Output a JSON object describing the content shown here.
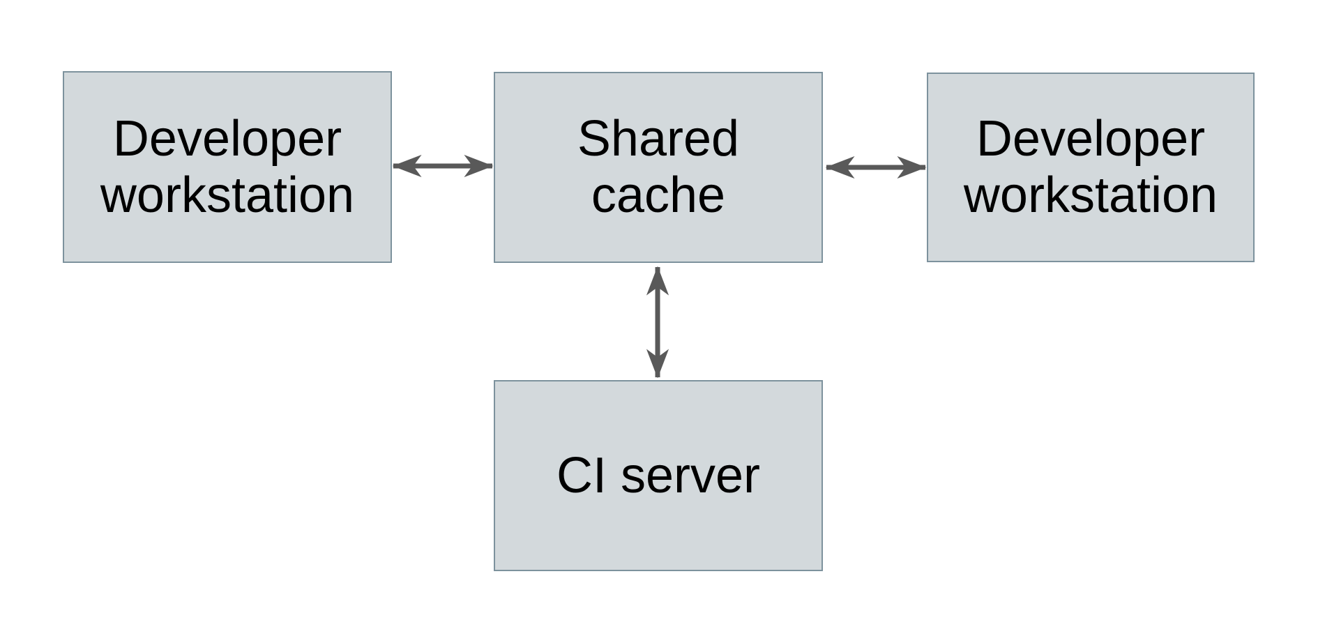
{
  "diagram": {
    "background": "#ffffff",
    "nodes": [
      {
        "id": "developer-workstation-left",
        "label": "Developer\nworkstation"
      },
      {
        "id": "shared-cache",
        "label": "Shared\ncache"
      },
      {
        "id": "developer-workstation-right",
        "label": "Developer\nworkstation"
      },
      {
        "id": "ci-server",
        "label": "CI server"
      }
    ],
    "edges": [
      {
        "from": "developer-workstation-left",
        "to": "shared-cache",
        "direction": "bidirectional",
        "orientation": "horizontal"
      },
      {
        "from": "shared-cache",
        "to": "developer-workstation-right",
        "direction": "bidirectional",
        "orientation": "horizontal"
      },
      {
        "from": "shared-cache",
        "to": "ci-server",
        "direction": "bidirectional",
        "orientation": "vertical"
      }
    ],
    "colors": {
      "node_fill": "#d3d9dc",
      "node_border": "#7d929d",
      "arrow": "#595959",
      "text": "#000000",
      "background": "#ffffff"
    }
  }
}
